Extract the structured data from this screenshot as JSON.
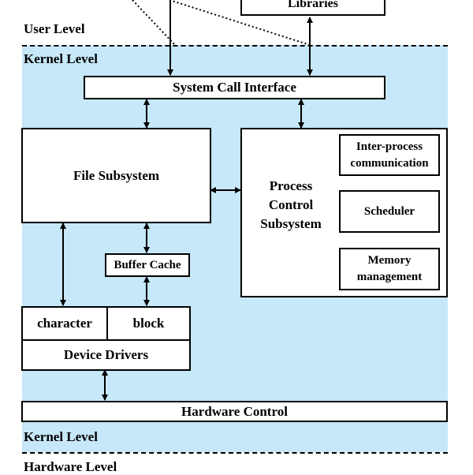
{
  "levels": {
    "user": "User Level",
    "kernel_top": "Kernel Level",
    "kernel_bottom": "Kernel Level",
    "hardware": "Hardware Level"
  },
  "boxes": {
    "libraries": "Libraries",
    "system_call_interface": "System Call Interface",
    "file_subsystem": "File Subsystem",
    "process_control": [
      "Process",
      "Control",
      "Subsystem"
    ],
    "ipc": [
      "Inter-process",
      "communication"
    ],
    "scheduler": "Scheduler",
    "memory": [
      "Memory",
      "management"
    ],
    "buffer_cache": "Buffer Cache",
    "character": "character",
    "block": "block",
    "device_drivers": "Device Drivers",
    "hardware_control": "Hardware Control"
  },
  "colors": {
    "kernel_background": "#c6e8f8"
  }
}
